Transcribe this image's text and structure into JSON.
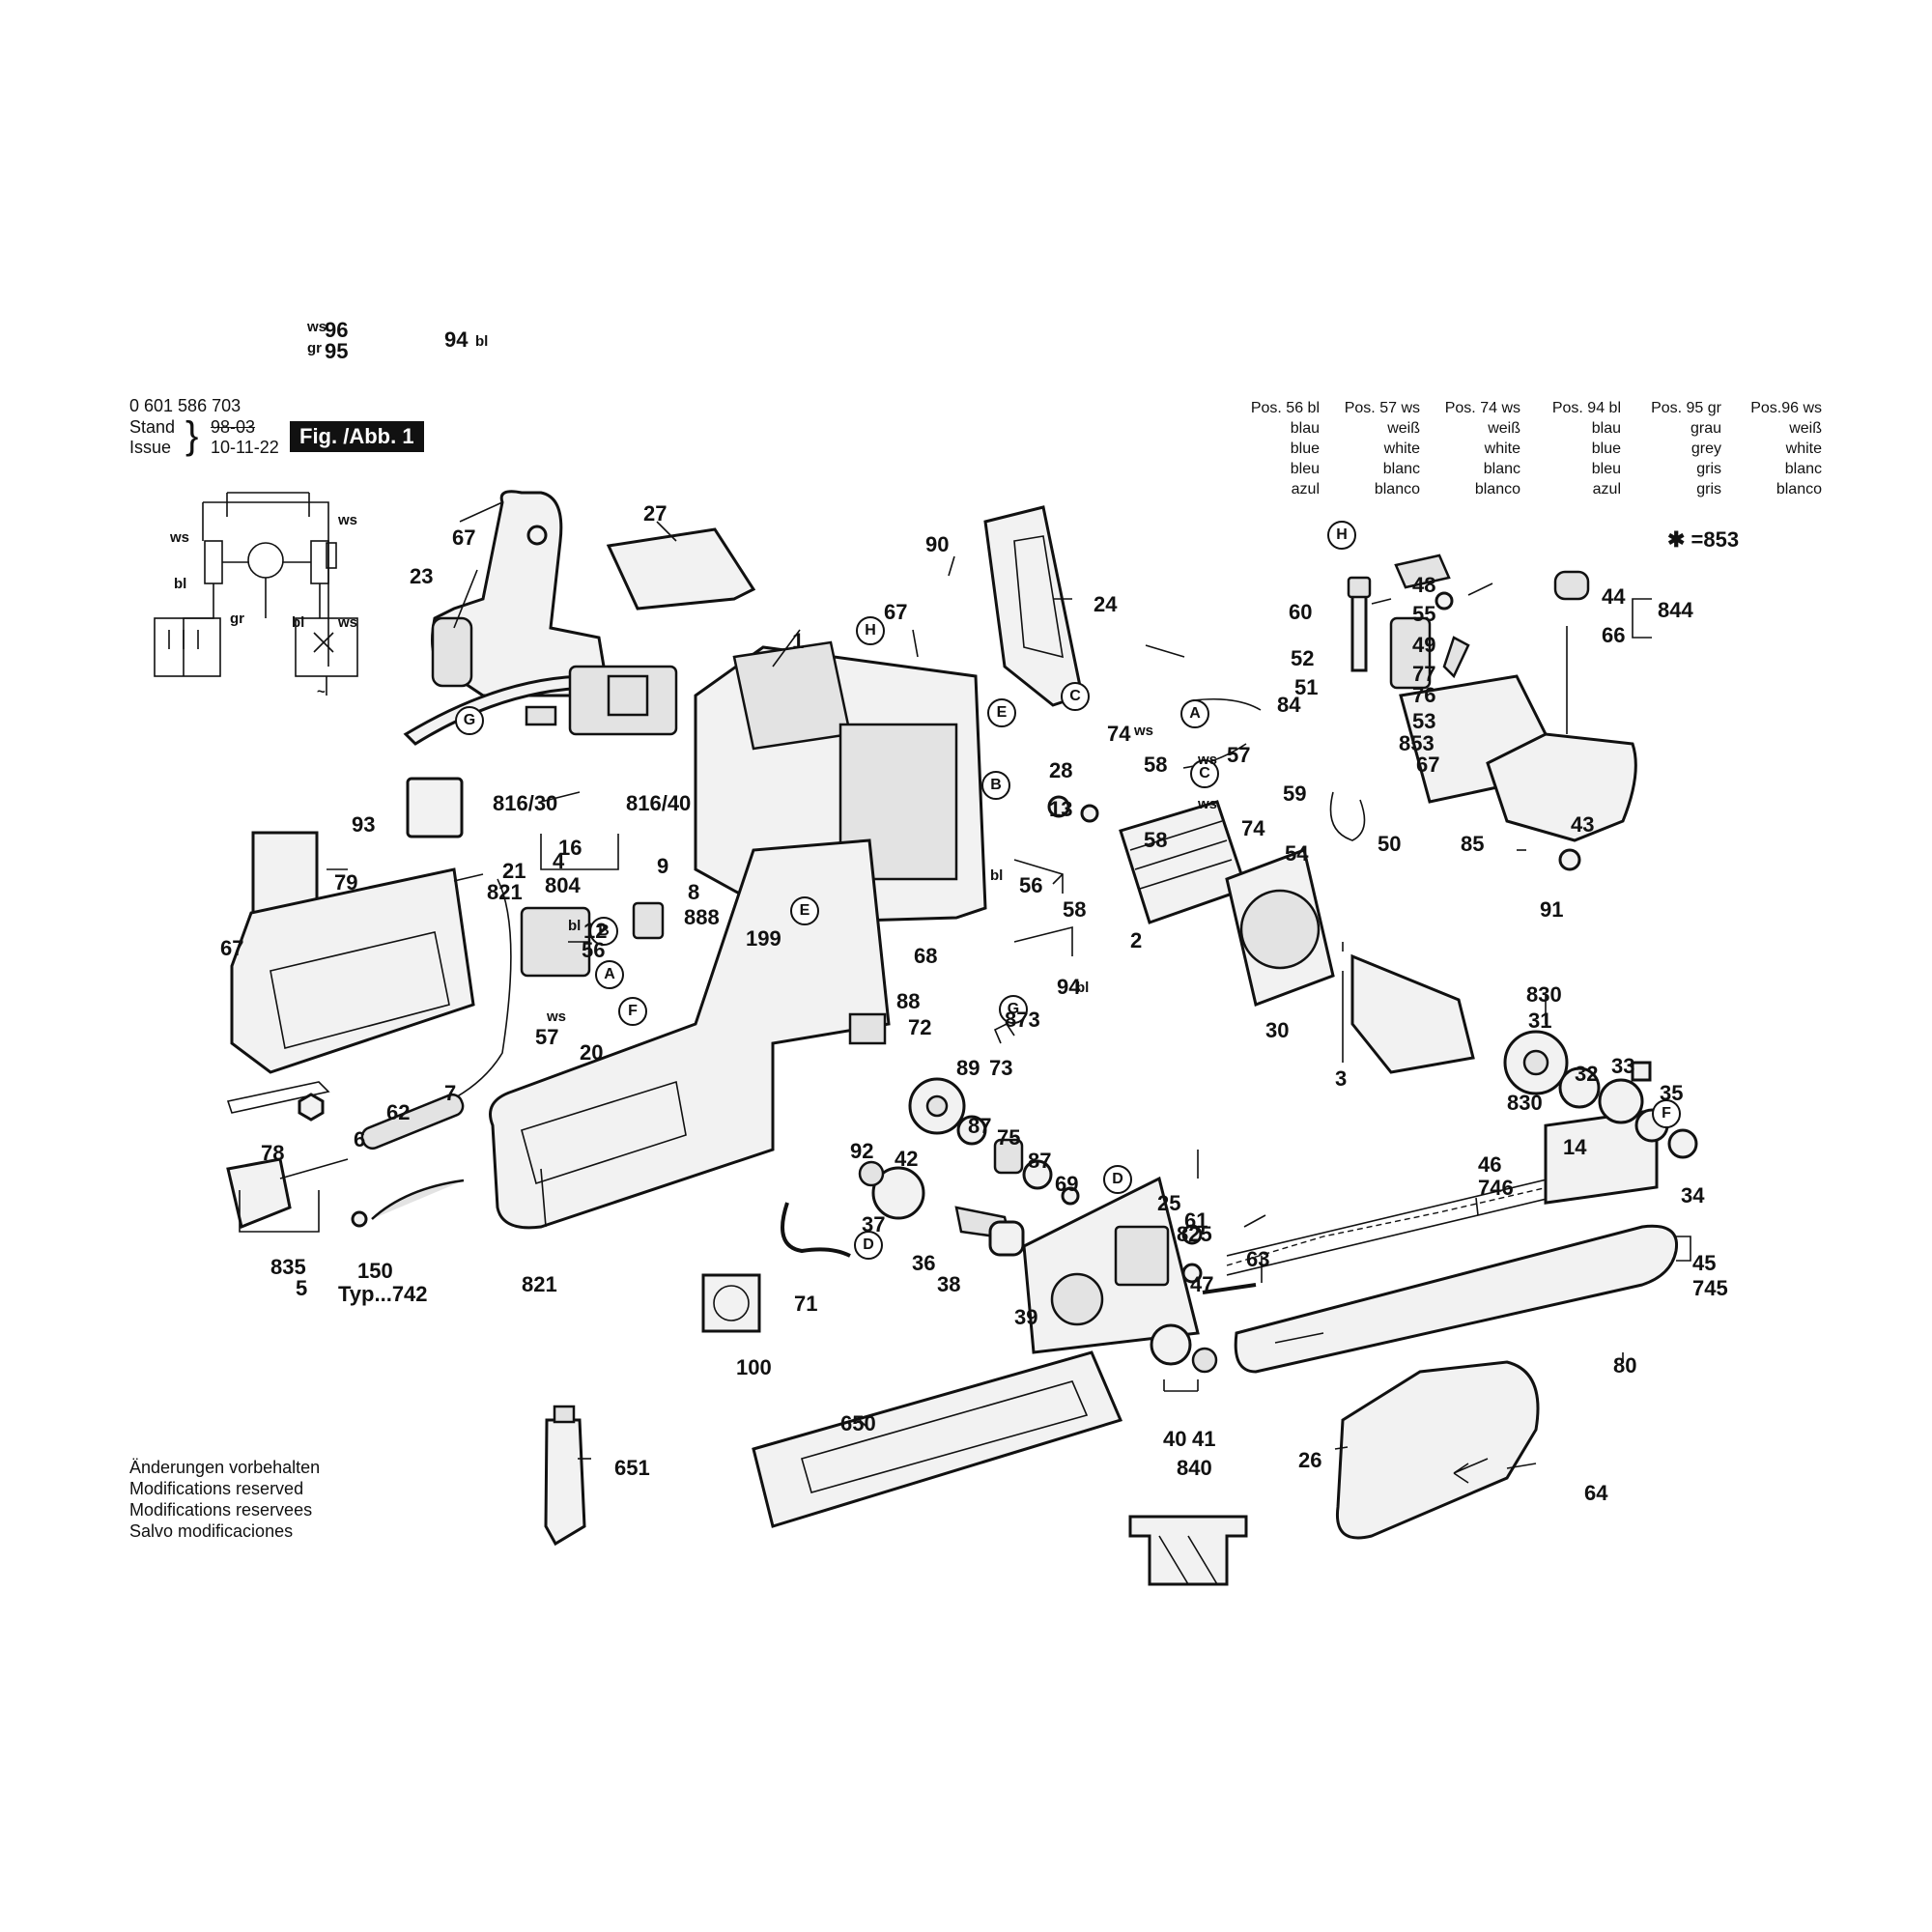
{
  "header": {
    "doc_number": "0 601 586 703",
    "stand_label": "Stand",
    "issue_label": "Issue",
    "stand_date_crossed": "98-03",
    "issue_date": "10-11-22",
    "figure_tag": "Fig. /Abb. 1"
  },
  "color_table": [
    {
      "pos": "Pos. 56 bl",
      "lines": [
        "blau",
        "blue",
        "bleu",
        "azul"
      ]
    },
    {
      "pos": "Pos. 57 ws",
      "lines": [
        "weiß",
        "white",
        "blanc",
        "blanco"
      ]
    },
    {
      "pos": "Pos. 74 ws",
      "lines": [
        "weiß",
        "white",
        "blanc",
        "blanco"
      ]
    },
    {
      "pos": "Pos. 94 bl",
      "lines": [
        "blau",
        "blue",
        "bleu",
        "azul"
      ]
    },
    {
      "pos": "Pos. 95 gr",
      "lines": [
        "grau",
        "grey",
        "gris",
        "gris"
      ]
    },
    {
      "pos": "Pos.96 ws",
      "lines": [
        "weiß",
        "white",
        "blanc",
        "blanco"
      ]
    }
  ],
  "legend_star": "✱ =853",
  "footer_notes": [
    "Änderungen vorbehalten",
    "Modifications reserved",
    "Modifications reservees",
    "Salvo modificaciones"
  ],
  "wiring": {
    "labels": [
      {
        "text": "ws"
      },
      {
        "text": "ws"
      },
      {
        "text": "bl"
      },
      {
        "text": "gr"
      },
      {
        "text": "bl"
      },
      {
        "text": "ws"
      },
      {
        "text": "~"
      }
    ]
  },
  "circle_refs": [
    "H",
    "G",
    "B",
    "A",
    "F",
    "E",
    "E",
    "C",
    "B",
    "G",
    "D",
    "D",
    "H",
    "A",
    "C",
    "F"
  ],
  "part_labels": [
    "67",
    "23",
    "27",
    "90",
    "24",
    "1",
    "67",
    "96",
    "95",
    "94",
    "816/30",
    "816/40",
    "16",
    "93",
    "9",
    "888",
    "8",
    "199",
    "28",
    "13",
    "58",
    "74",
    "58",
    "56",
    "58",
    "2",
    "94",
    "79",
    "21",
    "821",
    "804",
    "4",
    "12",
    "56",
    "57",
    "20",
    "67",
    "62",
    "7",
    "78",
    "6",
    "835",
    "5",
    "150",
    "Typ...742",
    "821",
    "68",
    "88",
    "72",
    "873",
    "89",
    "73",
    "87",
    "75",
    "87",
    "69",
    "92",
    "42",
    "37",
    "36",
    "38",
    "39",
    "71",
    "100",
    "25",
    "825",
    "61",
    "47",
    "63",
    "650",
    "40",
    "41",
    "840",
    "651",
    "48",
    "55",
    "49",
    "77",
    "76",
    "53",
    "853",
    "67",
    "60",
    "52",
    "84",
    "51",
    "57",
    "59",
    "74",
    "50",
    "85",
    "54",
    "30",
    "44",
    "66",
    "844",
    "43",
    "91",
    "830",
    "31",
    "830",
    "3",
    "32",
    "33",
    "35",
    "14",
    "34",
    "46",
    "746",
    "45",
    "745",
    "80",
    "26",
    "64"
  ],
  "small_labels": [
    "ws",
    "gr",
    "bl",
    "ws",
    "bl",
    "bl",
    "ws",
    "ws",
    "ws",
    "bl"
  ]
}
